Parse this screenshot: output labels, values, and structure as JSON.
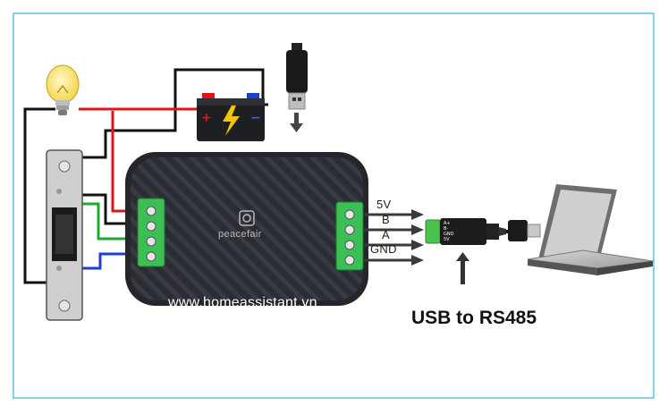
{
  "device": {
    "brand": "peacefair"
  },
  "rs485_terminals": {
    "labels": [
      "5V",
      "B",
      "A",
      "GND"
    ]
  },
  "website": "www.homeassistant.vn",
  "adapter": {
    "title": "USB to RS485",
    "chip_text": [
      "A+",
      "B-",
      "GND",
      "5V"
    ]
  },
  "colors": {
    "frame": "#7fd2ea",
    "wire_red": "#e01616",
    "wire_black": "#111111",
    "wire_green": "#1faa2a",
    "wire_blue": "#1c3fd0",
    "device_body": "#2b2d33",
    "terminal_green": "#3bbf55",
    "adapter_green": "#49c24f"
  },
  "icons": [
    "light-bulb-icon",
    "battery-icon",
    "lightning-icon",
    "usb-plug-icon",
    "arrow-down-icon",
    "arrow-up-icon",
    "laptop-icon"
  ]
}
